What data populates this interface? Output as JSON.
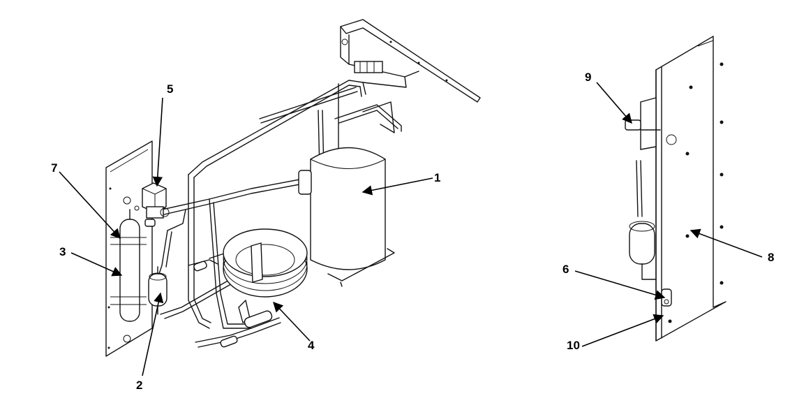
{
  "callouts": [
    {
      "id": "1",
      "label": "1"
    },
    {
      "id": "2",
      "label": "2"
    },
    {
      "id": "3",
      "label": "3"
    },
    {
      "id": "4",
      "label": "4"
    },
    {
      "id": "5",
      "label": "5"
    },
    {
      "id": "6",
      "label": "6"
    },
    {
      "id": "7",
      "label": "7"
    },
    {
      "id": "8",
      "label": "8"
    },
    {
      "id": "9",
      "label": "9"
    },
    {
      "id": "10",
      "label": "10"
    }
  ],
  "colors": {
    "ink": "#111111",
    "paper": "#ffffff"
  }
}
